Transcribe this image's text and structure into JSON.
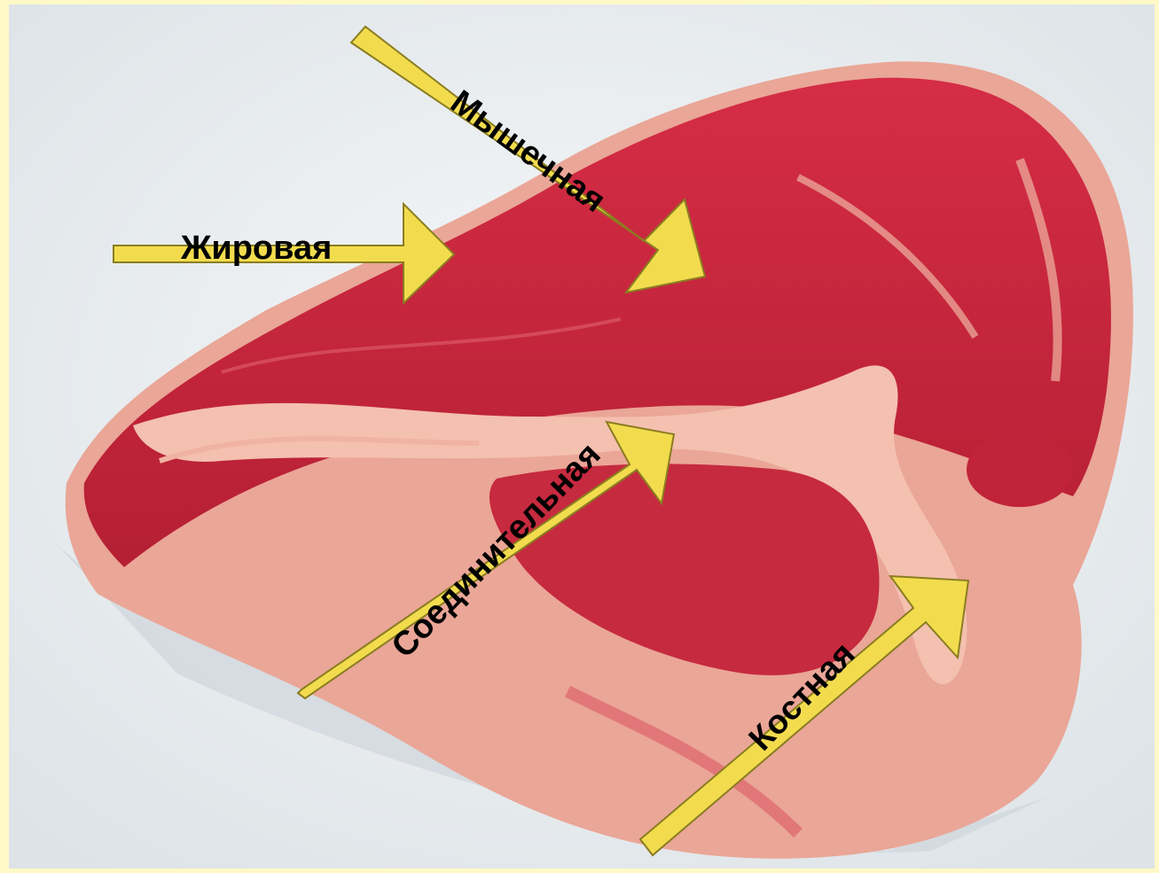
{
  "labels": {
    "fat": "Жировая",
    "muscle": "Мышечная",
    "connective": "Соединительная",
    "bone": "Костная"
  },
  "colors": {
    "frame": "#fff9c8",
    "background": "#eef1f3",
    "arrow": "#f2dc4e",
    "arrow_outline": "#8a7d20",
    "meat": "#c8243a",
    "fat": "#f2b5a6"
  }
}
